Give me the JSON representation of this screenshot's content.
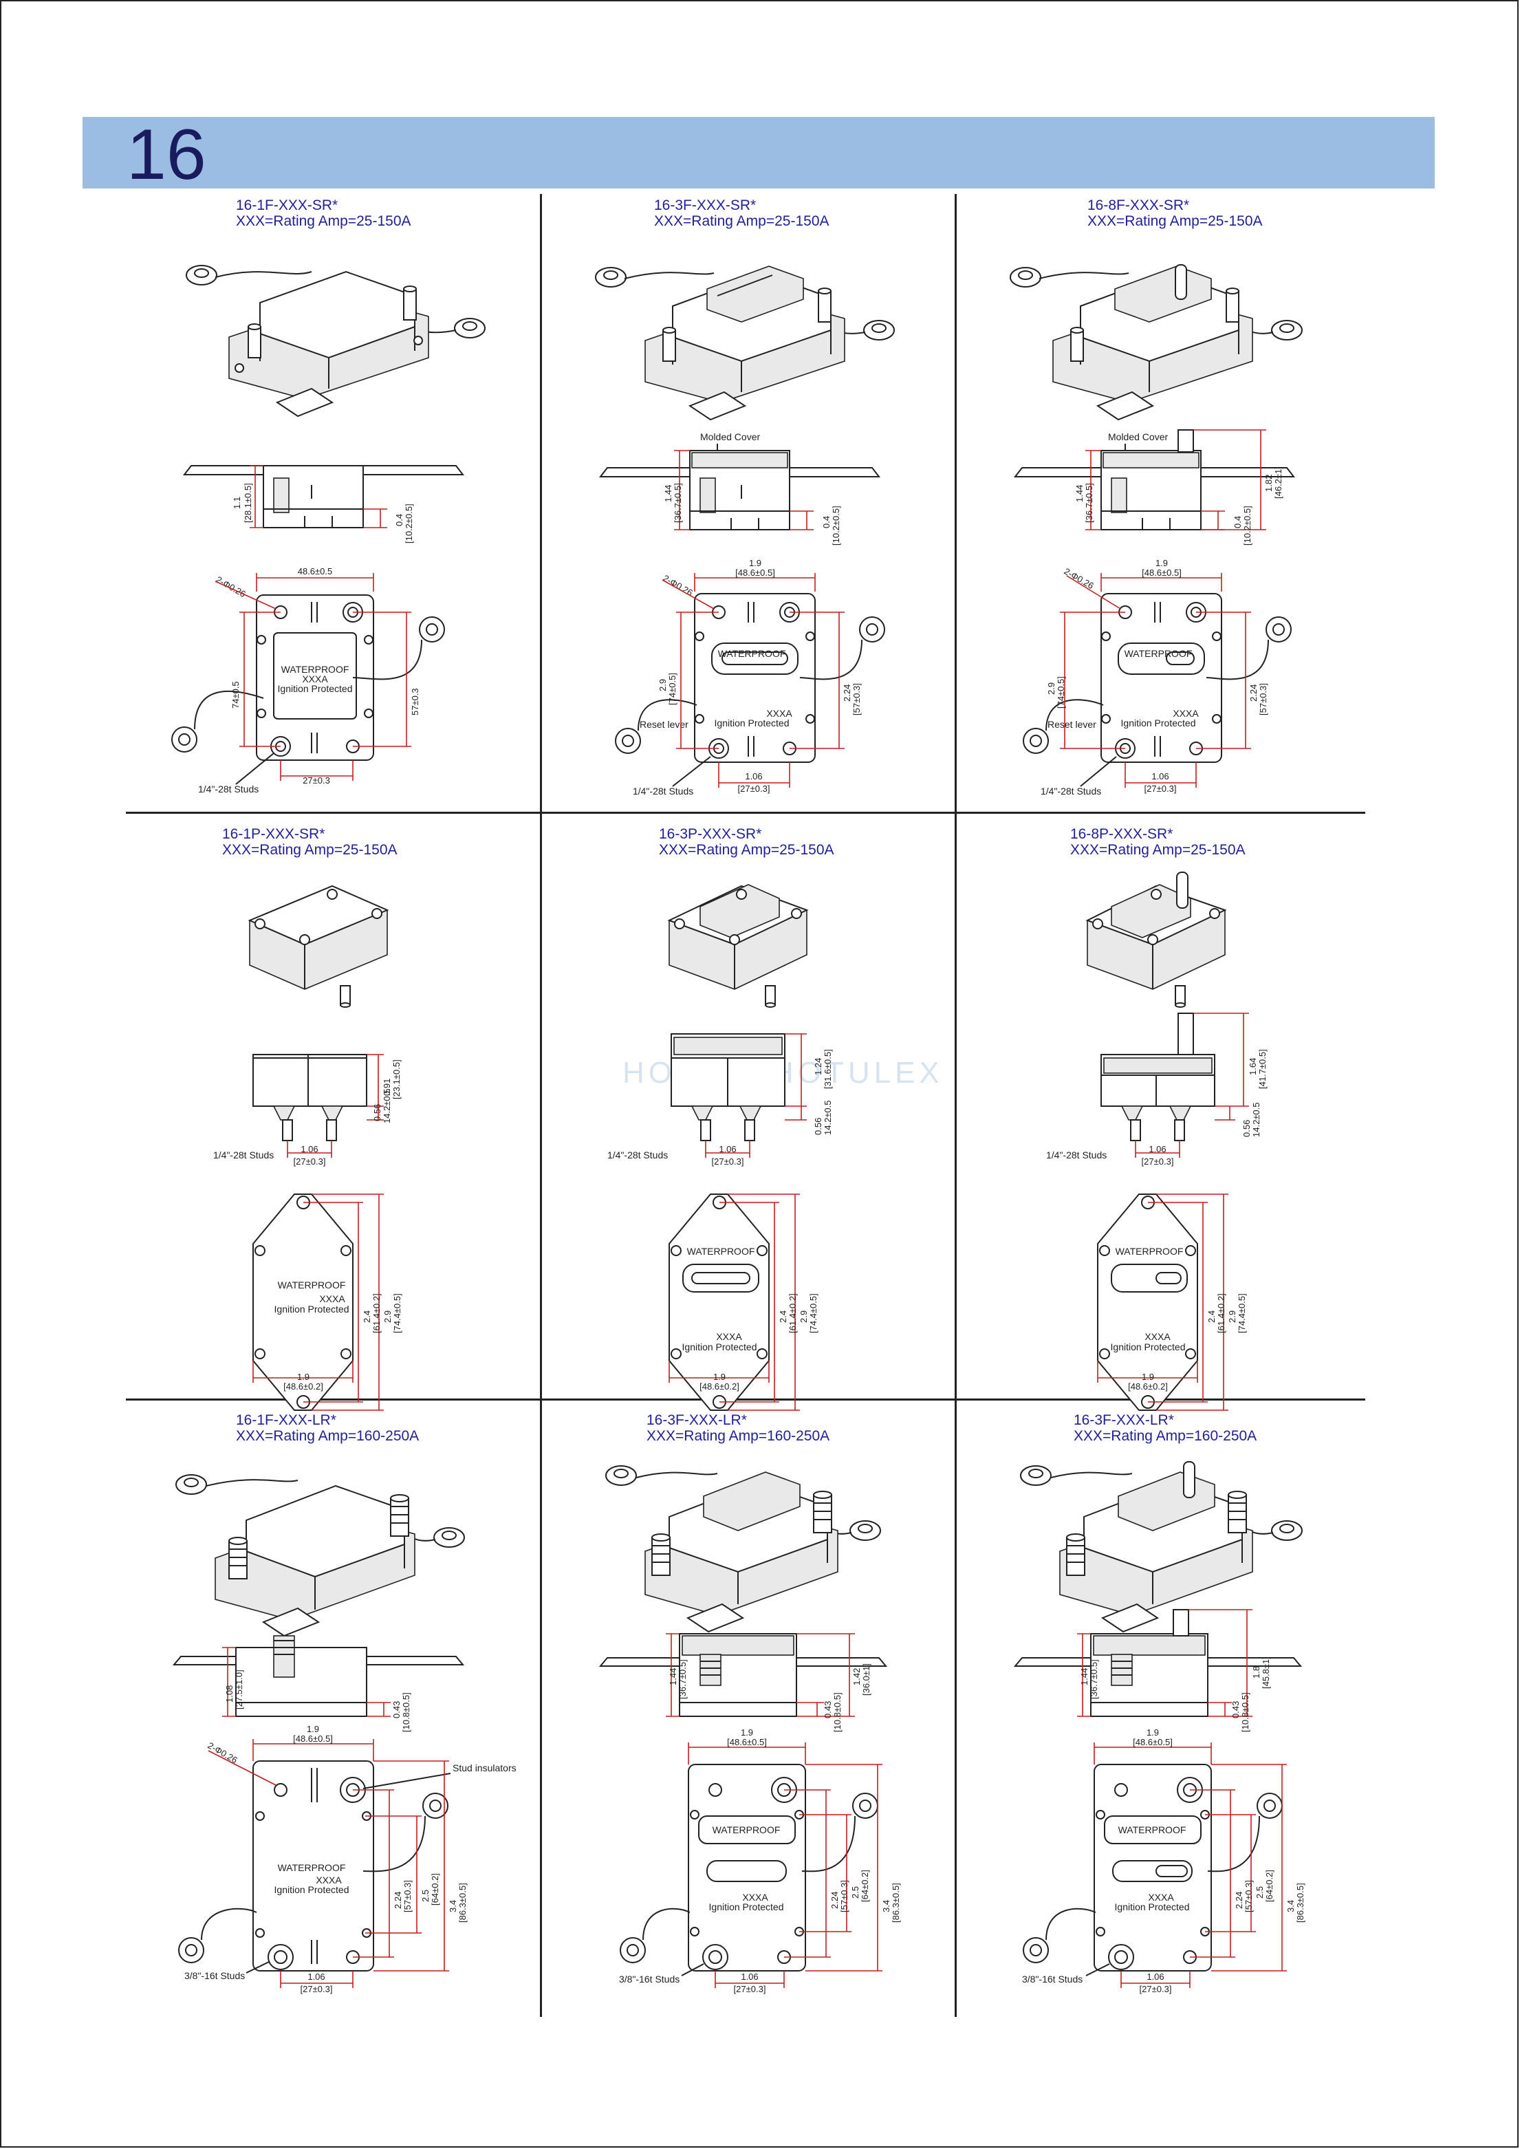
{
  "page": {
    "number": "16",
    "watermark": "HOULEXHOTULEX"
  },
  "colors": {
    "header_band": "#9cbde3",
    "title_text": "#1f1f9c",
    "dimension_lines": "#c41e1e"
  },
  "cells": [
    {
      "model": "16-1F-XXX-SR*",
      "rating": "XXX=Rating Amp=25-150A",
      "side": {
        "cover": "",
        "d1": "1.1",
        "d1b": "[28.1±0.5]",
        "d2": "0.4",
        "d2b": "[10.2±0.5]"
      },
      "front": {
        "top1": "48.6±0.5",
        "top2": "",
        "hole": "2-Φ0.26",
        "left1": "74±0.5",
        "left2": "",
        "right1": "57±0.3",
        "right2": "",
        "bottom1": "27±0.3",
        "bottom2": "",
        "line1": "WATERPROOF",
        "line2": "XXXA",
        "line3": "Ignition Protected",
        "reset": "",
        "studs": "1/4\"-28t Studs",
        "insulators": ""
      }
    },
    {
      "model": "16-3F-XXX-SR*",
      "rating": "XXX=Rating Amp=25-150A",
      "side": {
        "cover": "Molded Cover",
        "d1": "1.44",
        "d1b": "[36.7±0.5]",
        "d2": "0.4",
        "d2b": "[10.2±0.5]"
      },
      "front": {
        "top1": "1.9",
        "top2": "[48.6±0.5]",
        "hole": "2-Φ0.26",
        "left1": "2.9",
        "left2": "[74±0.5]",
        "right1": "2.24",
        "right2": "[57±0.3]",
        "bottom1": "1.06",
        "bottom2": "[27±0.3]",
        "line1": "WATERPROOF",
        "line2": "XXXA",
        "line3": "Ignition Protected",
        "reset": "Reset lever",
        "studs": "1/4\"-28t Studs",
        "insulators": ""
      }
    },
    {
      "model": "16-8F-XXX-SR*",
      "rating": "XXX=Rating Amp=25-150A",
      "side": {
        "cover": "Molded Cover",
        "d1": "1.44",
        "d1b": "[36.7±0.5]",
        "d2": "0.4",
        "d2b": "[10.2±0.5]",
        "d3": "1.82",
        "d3b": "[46.2±1]"
      },
      "front": {
        "top1": "1.9",
        "top2": "[48.6±0.5]",
        "hole": "2-Φ0.26",
        "left1": "2.9",
        "left2": "[74±0.5]",
        "right1": "2.24",
        "right2": "[57±0.3]",
        "bottom1": "1.06",
        "bottom2": "[27±0.3]",
        "line1": "WATERPROOF",
        "line2": "XXXA",
        "line3": "Ignition Protected",
        "reset": "Reset lever",
        "studs": "1/4\"-28t Studs",
        "insulators": ""
      }
    },
    {
      "model": "16-1P-XXX-SR*",
      "rating": "XXX=Rating Amp=25-150A",
      "side": {
        "d1": "0.91",
        "d1b": "[23.1±0.5]",
        "d2": "0.56",
        "d2b": "14.2±0.5",
        "studs": "1/4\"-28t Studs",
        "b1": "1.06",
        "b2": "[27±0.3]"
      },
      "front": {
        "right1": "2.4",
        "right2": "[61.4±0.2]",
        "right3": "2.9",
        "right4": "[74.4±0.5]",
        "bottom1": "1.9",
        "bottom2": "[48.6±0.2]",
        "line1": "WATERPROOF",
        "line2": "XXXA",
        "line3": "Ignition Protected"
      }
    },
    {
      "model": "16-3P-XXX-SR*",
      "rating": "XXX=Rating Amp=25-150A",
      "side": {
        "d1": "1.24",
        "d1b": "[31.6±0.5]",
        "d2": "0.56",
        "d2b": "14.2±0.5",
        "studs": "1/4\"-28t Studs",
        "b1": "1.06",
        "b2": "[27±0.3]"
      },
      "front": {
        "right1": "2.4",
        "right2": "[61.4±0.2]",
        "right3": "2.9",
        "right4": "[74.4±0.5]",
        "bottom1": "1.9",
        "bottom2": "[48.6±0.2]",
        "line1": "WATERPROOF",
        "line2": "XXXA",
        "line3": "Ignition Protected"
      }
    },
    {
      "model": "16-8P-XXX-SR*",
      "rating": "XXX=Rating Amp=25-150A",
      "side": {
        "d1": "1.64",
        "d1b": "[41.7±0.5]",
        "d2": "0.56",
        "d2b": "14.2±0.5",
        "studs": "1/4\"-28t Studs",
        "b1": "1.06",
        "b2": "[27±0.3]"
      },
      "front": {
        "right1": "2.4",
        "right2": "[61.4±0.2]",
        "right3": "2.9",
        "right4": "[74.4±0.5]",
        "bottom1": "1.9",
        "bottom2": "[48.6±0.2]",
        "line1": "WATERPROOF",
        "line2": "XXXA",
        "line3": "Ignition Protected"
      }
    },
    {
      "model": "16-1F-XXX-LR*",
      "rating": "XXX=Rating Amp=160-250A",
      "side": {
        "d1": "1.08",
        "d1b": "[27.5±1.0]",
        "d2": "0.43",
        "d2b": "[10.8±0.5]"
      },
      "front": {
        "top1": "1.9",
        "top2": "[48.6±0.5]",
        "hole": "2-Φ0.26",
        "r1": "2.24",
        "r1b": "[57±0.3]",
        "r2": "2.5",
        "r2b": "[64±0.2]",
        "r3": "3.4",
        "r3b": "[86.3±0.5]",
        "bottom1": "1.06",
        "bottom2": "[27±0.3]",
        "line1": "WATERPROOF",
        "line2": "XXXA",
        "line3": "Ignition Protected",
        "studs": "3/8\"-16t Studs",
        "insulators": "Stud insulators"
      }
    },
    {
      "model": "16-3F-XXX-LR*",
      "rating": "XXX=Rating Amp=160-250A",
      "side": {
        "d1": "1.44",
        "d1b": "[36.7±0.5]",
        "d2": "0.43",
        "d2b": "[10.8±0.5]",
        "d3": "1.42",
        "d3b": "[36.0±1]"
      },
      "front": {
        "top1": "1.9",
        "top2": "[48.6±0.5]",
        "hole": "",
        "r1": "2.24",
        "r1b": "[57±0.3]",
        "r2": "2.5",
        "r2b": "[64±0.2]",
        "r3": "3.4",
        "r3b": "[86.3±0.5]",
        "bottom1": "1.06",
        "bottom2": "[27±0.3]",
        "line1": "WATERPROOF",
        "line2": "XXXA",
        "line3": "Ignition Protected",
        "studs": "3/8\"-16t Studs",
        "insulators": ""
      }
    },
    {
      "model": "16-3F-XXX-LR*",
      "rating": "XXX=Rating Amp=160-250A",
      "side": {
        "d1": "1.44",
        "d1b": "[36.7±0.5]",
        "d2": "0.43",
        "d2b": "[10.8±0.5]",
        "d3": "1.8",
        "d3b": "[45.8±1]"
      },
      "front": {
        "top1": "1.9",
        "top2": "[48.6±0.5]",
        "hole": "",
        "r1": "2.24",
        "r1b": "[57±0.3]",
        "r2": "2.5",
        "r2b": "[64±0.2]",
        "r3": "3.4",
        "r3b": "[86.3±0.5]",
        "bottom1": "1.06",
        "bottom2": "[27±0.3]",
        "line1": "WATERPROOF",
        "line2": "XXXA",
        "line3": "Ignition Protected",
        "studs": "3/8\"-16t Studs",
        "insulators": ""
      }
    }
  ]
}
